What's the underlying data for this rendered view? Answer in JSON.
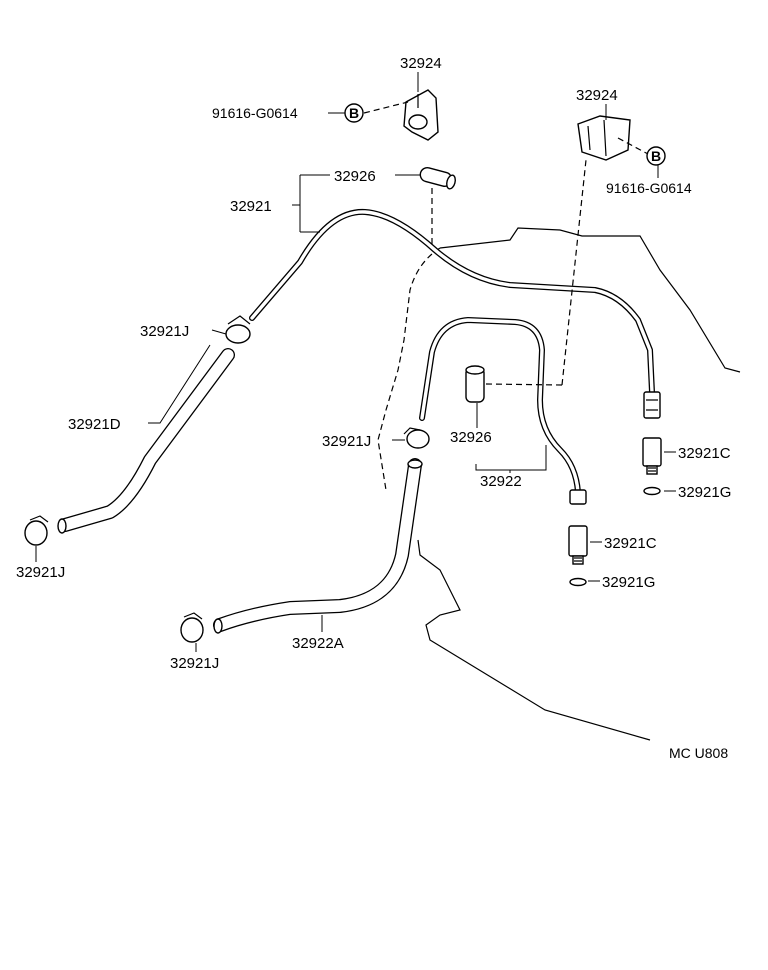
{
  "labels": {
    "clamp_top": "32924",
    "bolt_left": "91616-G0614",
    "clamp_right": "32924",
    "bolt_right": "91616-G0614",
    "sleeve_top": "32926",
    "pipe_upper": "32921",
    "clip_upper": "32921J",
    "hose_upper": "32921D",
    "clip_lower_left": "32921J",
    "clip_middle": "32921J",
    "sleeve_middle": "32926",
    "pipe_lower": "32922",
    "union_right": "32921C",
    "gasket_right": "32921G",
    "union_middle": "32921C",
    "gasket_middle": "32921G",
    "hose_lower": "32922A",
    "clip_bottom": "32921J",
    "figure_code": "MC U808"
  },
  "bolt_symbol": "B"
}
